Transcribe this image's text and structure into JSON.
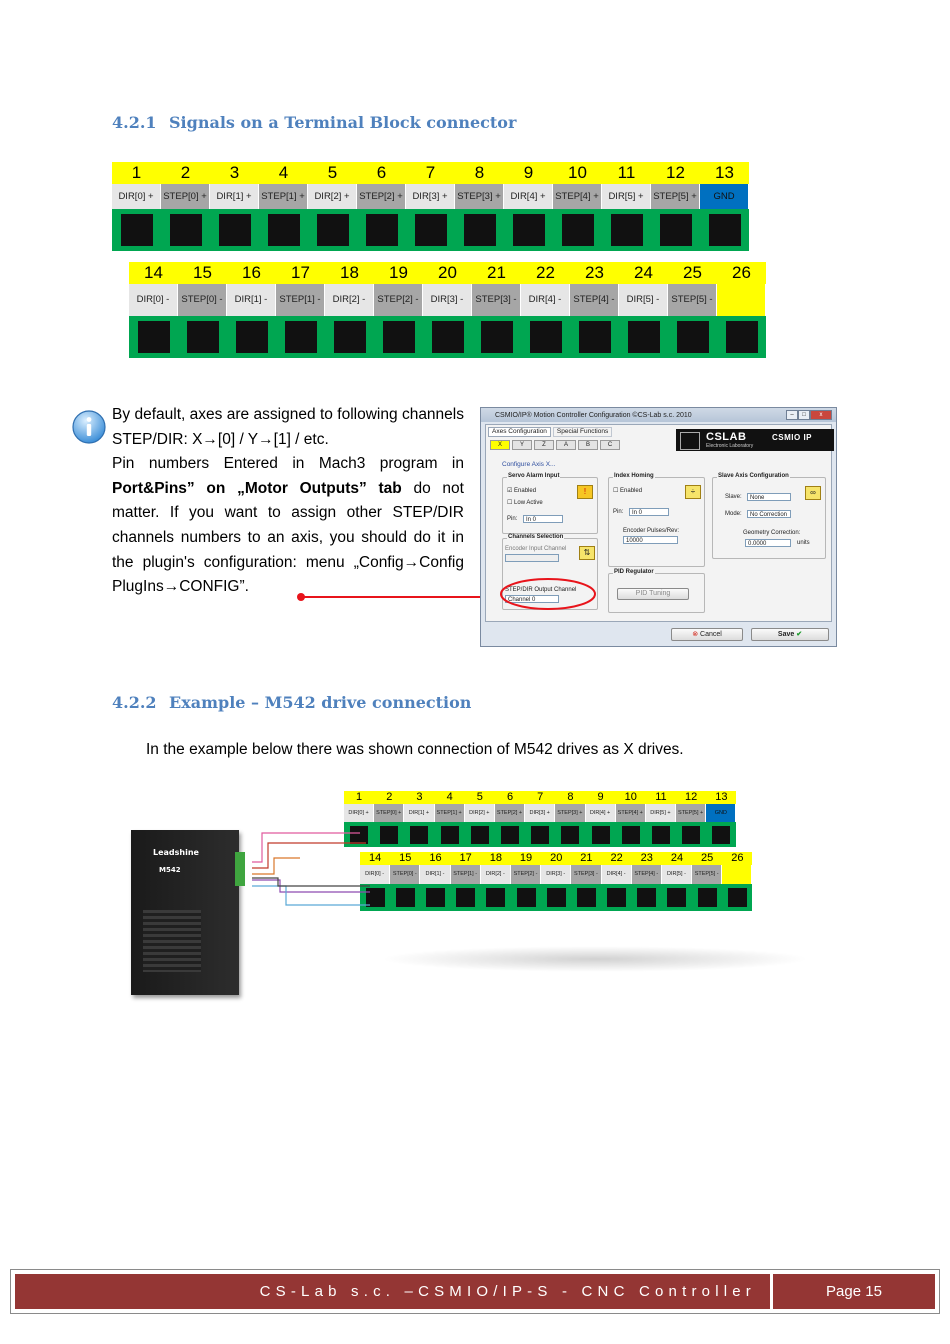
{
  "sections": {
    "s421": {
      "number": "4.2.1",
      "title": "Signals on a Terminal Block connector"
    },
    "s422": {
      "number": "4.2.2",
      "title": "Example – M542 drive connection"
    }
  },
  "terminal_row1": [
    {
      "n": "1",
      "sig": "DIR[0] +",
      "t": "a"
    },
    {
      "n": "2",
      "sig": "STEP[0] +",
      "t": "b"
    },
    {
      "n": "3",
      "sig": "DIR[1] +",
      "t": "a"
    },
    {
      "n": "4",
      "sig": "STEP[1] +",
      "t": "b"
    },
    {
      "n": "5",
      "sig": "DIR[2] +",
      "t": "a"
    },
    {
      "n": "6",
      "sig": "STEP[2] +",
      "t": "b"
    },
    {
      "n": "7",
      "sig": "DIR[3] +",
      "t": "a"
    },
    {
      "n": "8",
      "sig": "STEP[3] +",
      "t": "b"
    },
    {
      "n": "9",
      "sig": "DIR[4] +",
      "t": "a"
    },
    {
      "n": "10",
      "sig": "STEP[4] +",
      "t": "b"
    },
    {
      "n": "11",
      "sig": "DIR[5] +",
      "t": "a"
    },
    {
      "n": "12",
      "sig": "STEP[5] +",
      "t": "b"
    },
    {
      "n": "13",
      "sig": "GND",
      "t": "gnd"
    }
  ],
  "terminal_row2": [
    {
      "n": "14",
      "sig": "DIR[0] -",
      "t": "a"
    },
    {
      "n": "15",
      "sig": "STEP[0] -",
      "t": "b"
    },
    {
      "n": "16",
      "sig": "DIR[1] -",
      "t": "a"
    },
    {
      "n": "17",
      "sig": "STEP[1] -",
      "t": "b"
    },
    {
      "n": "18",
      "sig": "DIR[2] -",
      "t": "a"
    },
    {
      "n": "19",
      "sig": "STEP[2] -",
      "t": "b"
    },
    {
      "n": "20",
      "sig": "DIR[3] -",
      "t": "a"
    },
    {
      "n": "21",
      "sig": "STEP[3] -",
      "t": "b"
    },
    {
      "n": "22",
      "sig": "DIR[4] -",
      "t": "a"
    },
    {
      "n": "23",
      "sig": "STEP[4] -",
      "t": "b"
    },
    {
      "n": "24",
      "sig": "DIR[5] -",
      "t": "a"
    },
    {
      "n": "25",
      "sig": "STEP[5] -",
      "t": "b"
    },
    {
      "n": "26",
      "sig": "",
      "t": "empty"
    }
  ],
  "note": {
    "line1": "By default, axes are assigned to following channels STEP/DIR: X→[0] / Y→[1] / etc.",
    "line2_pre": "Pin numbers Entered in Mach3 program in ",
    "line2_bold": "Port&Pins” on „Motor Outputs” tab",
    "line2_post": " do not matter. If you want to assign other STEP/DIR channels numbers to an axis, you should do it in the plugin's configuration: menu „Config→Config PlugIns→CONFIG”."
  },
  "dialog": {
    "title": "CSMIO/IP® Motion Controller Configuration    ©CS-Lab s.c. 2010",
    "tab_axes": "Axes Configuration",
    "tab_special": "Special Functions",
    "axis_tabs": [
      "X",
      "Y",
      "Z",
      "A",
      "B",
      "C"
    ],
    "brand_left": "CSLAB",
    "brand_sub": "Electronic Laboratory",
    "brand_right": "CSMIO IP",
    "configure_axis": "Configure Axis X...",
    "servo_alarm": "Servo Alarm Input",
    "enabled": "Enabled",
    "low_active": "Low Active",
    "pin": "Pin:",
    "pin_value": "In 0",
    "channels_selection": "Channels Selection",
    "encoder_input": "Encoder Input Channel",
    "step_dir_output": "STEP/DIR Output Channel",
    "channel_value": "Channel 0",
    "index_homing": "Index Homing",
    "enc_pulses": "Encoder Pulses/Rev:",
    "enc_pulses_value": "10000",
    "pid_regulator": "PID Regulator",
    "pid_tuning": "PID Tuning",
    "slave_cfg": "Slave Axis Configuration",
    "slave": "Slave:",
    "slave_value": "None",
    "mode": "Mode:",
    "mode_value": "No Correction",
    "geom": "Geometry Correction:",
    "geom_value": "0.0000",
    "units": "units",
    "cancel": "Cancel",
    "save": "Save"
  },
  "example_text": "In the example below there was shown connection of M542 drives as X drives.",
  "drive": {
    "brand": "Leadshine",
    "model": "M542"
  },
  "footer": {
    "left": "CS-Lab s.c. –CSMIO/IP-S - CNC Controller",
    "right": "Page 15"
  },
  "colors": {
    "heading": "#4f81bd",
    "footer": "#943634",
    "terminal_yellow": "#ffff00",
    "terminal_green": "#00a651",
    "gnd_blue": "#0070c0",
    "callout_red": "#e8141b"
  }
}
